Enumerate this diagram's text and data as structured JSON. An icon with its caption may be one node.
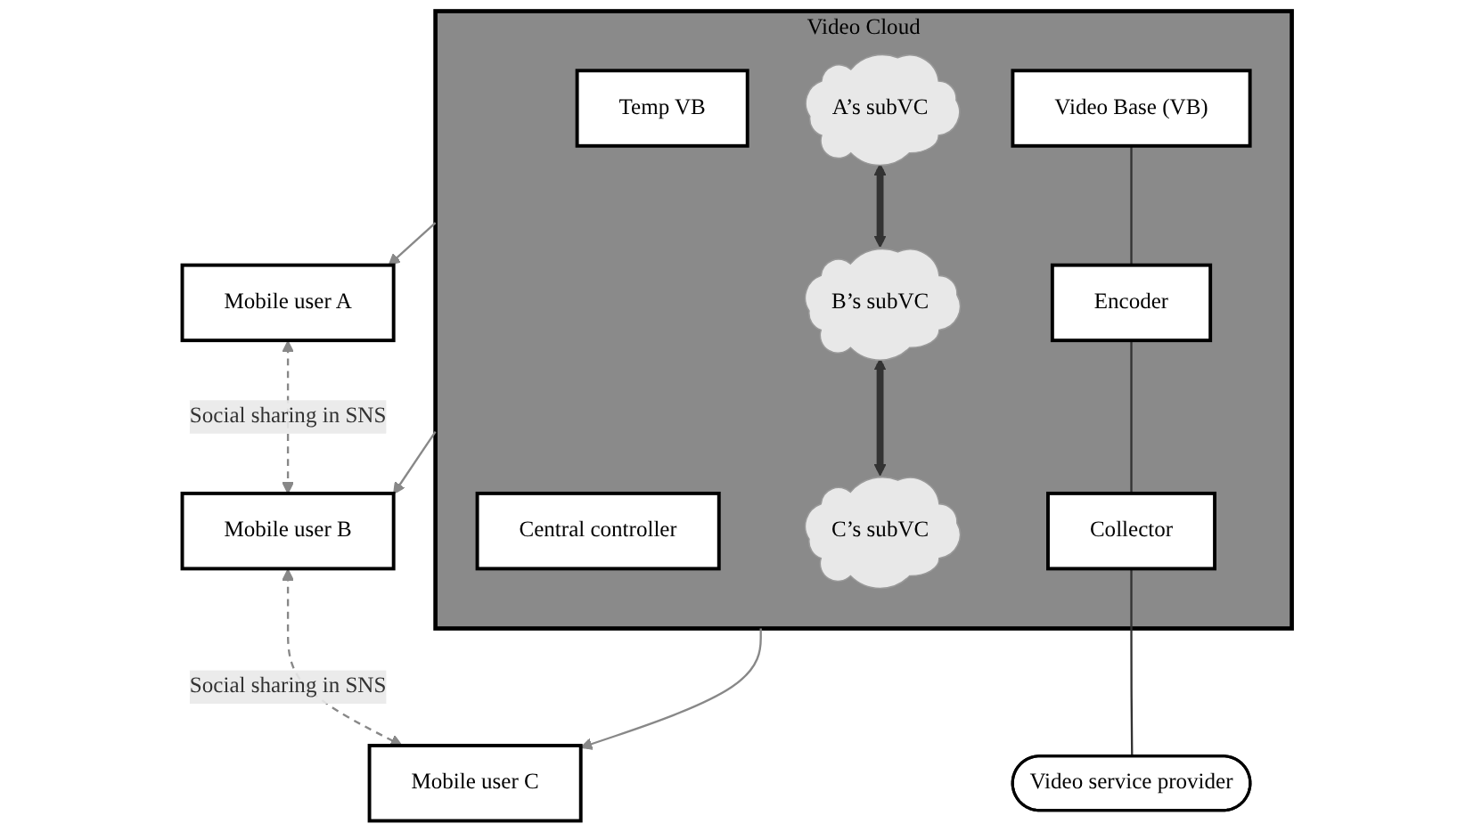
{
  "diagram": {
    "nodes": [
      {
        "text": [
          "Video Cloud"
        ]
      },
      {
        "text": [
          "Mobile user A"
        ]
      },
      {
        "text": [
          "Mobile user B"
        ]
      },
      {
        "text": [
          "Mobile user C"
        ]
      },
      {
        "text": [
          "Temp VB"
        ],
        "in": 0
      },
      {
        "text": [
          "Video Base (VB)"
        ],
        "in": 0
      },
      {
        "text": [
          "Central controller"
        ],
        "in": 0
      },
      {
        "text": [
          "A’s subVC"
        ],
        "in": 0
      },
      {
        "text": [
          "Encoder"
        ],
        "in": 0
      },
      {
        "text": [
          "Collector"
        ],
        "in": 0
      },
      {
        "text": [
          "B’s subVC"
        ],
        "in": 0
      },
      {
        "text": [
          "C’s subVC"
        ],
        "in": 0
      },
      {
        "text": [
          "Video service provider"
        ]
      }
    ],
    "edges": [
      {
        "from": 0,
        "to": 1,
        "arrow": "to",
        "color": "#888888"
      },
      {
        "from": 0,
        "to": 2,
        "arrow": "to",
        "color": "#888888"
      },
      {
        "from": 0,
        "to": 3,
        "arrow": "to",
        "color": "#888888"
      },
      {
        "from": 1,
        "to": 2,
        "arrow": "both",
        "label": "Social sharing in SNS",
        "style": "dashed",
        "color": "#888888"
      },
      {
        "from": 2,
        "to": 3,
        "arrow": "both",
        "label": "Social sharing in SNS",
        "style": "dashed",
        "color": "#888888"
      },
      {
        "from": 7,
        "to": 10,
        "arrow": "both",
        "style": "thick"
      },
      {
        "from": 10,
        "to": 11,
        "arrow": "both",
        "style": "thick"
      },
      {
        "from": 5,
        "to": 8,
        "arrow": "none"
      },
      {
        "from": 8,
        "to": 9,
        "arrow": "none"
      },
      {
        "from": 9,
        "to": 12,
        "arrow": "none"
      }
    ]
  }
}
